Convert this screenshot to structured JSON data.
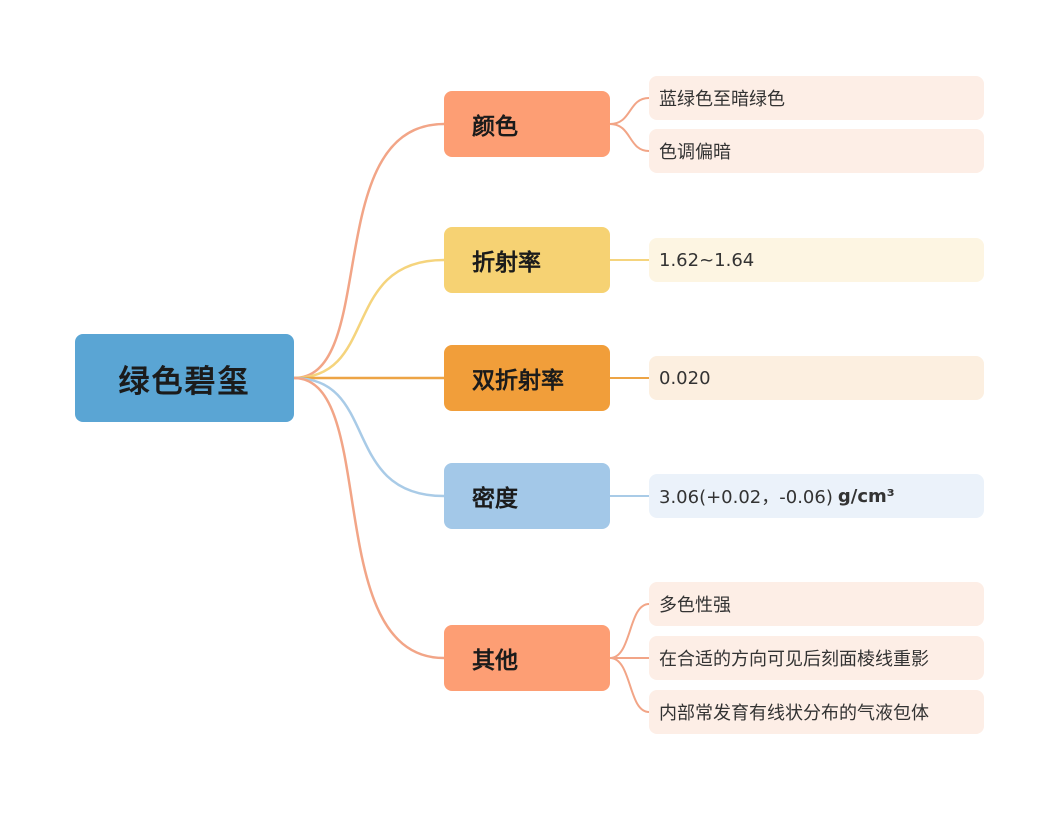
{
  "root": {
    "label": "绿色碧玺",
    "color": "#5aa5d4"
  },
  "branches": [
    {
      "label": "颜色",
      "color": "#fd9e74",
      "line": "#f2a587",
      "leaf_bg": "#fdeee6",
      "leaves": [
        "蓝绿色至暗绿色",
        "色调偏暗"
      ]
    },
    {
      "label": "折射率",
      "color": "#f6d273",
      "line": "#f5d47d",
      "leaf_bg": "#fdf5e2",
      "leaves": [
        "1.62~1.64"
      ]
    },
    {
      "label": "双折射率",
      "color": "#f19e3a",
      "line": "#eda445",
      "leaf_bg": "#fcefe0",
      "leaves": [
        "0.020"
      ]
    },
    {
      "label": "密度",
      "color": "#a3c8e8",
      "line": "#a9cbe7",
      "leaf_bg": "#ebf2fa",
      "leaves": [
        {
          "value": "3.06(+0.02，-0.06)",
          "unit": "g/cm³"
        }
      ]
    },
    {
      "label": "其他",
      "color": "#fd9e74",
      "line": "#f2a587",
      "leaf_bg": "#fdeee6",
      "leaves": [
        "多色性强",
        "在合适的方向可见后刻面棱线重影",
        "内部常发育有线状分布的气液包体"
      ]
    }
  ]
}
